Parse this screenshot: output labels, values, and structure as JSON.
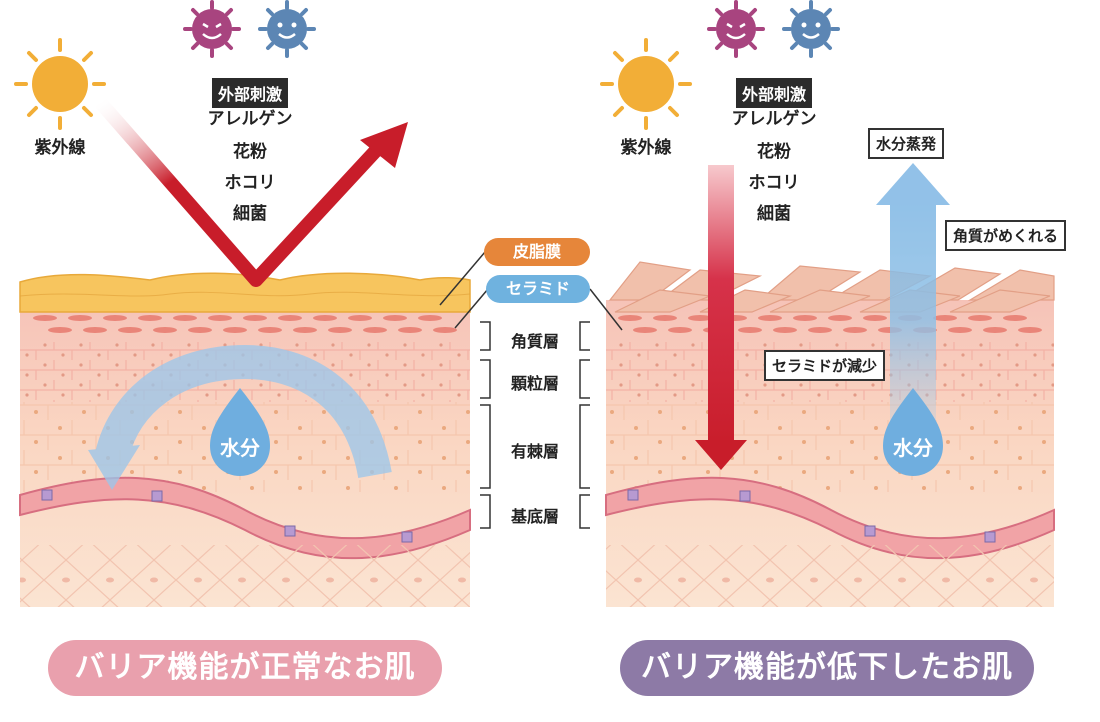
{
  "left": {
    "uv_label": "紫外線",
    "stimuli_tag": "外部刺激",
    "stimuli": [
      "アレルゲン",
      "花粉",
      "ホコリ",
      "細菌"
    ],
    "water_label": "水分",
    "title": "バリア機能が正常なお肌"
  },
  "right": {
    "uv_label": "紫外線",
    "stimuli_tag": "外部刺激",
    "stimuli": [
      "アレルゲン",
      "花粉",
      "ホコリ",
      "細菌"
    ],
    "evaporation_label": "水分蒸発",
    "peeling_label": "角質がめくれる",
    "ceramide_decrease_label": "セラミドが減少",
    "water_label": "水分",
    "title": "バリア機能が低下したお肌"
  },
  "legend": {
    "sebum": "皮脂膜",
    "ceramide": "セラミド",
    "layers": [
      "角質層",
      "顆粒層",
      "有棘層",
      "基底層"
    ]
  },
  "colors": {
    "sun": "#f2ae37",
    "virus_purple": "#a8447f",
    "virus_blue": "#5c86b4",
    "arrow_red": "#c81d2a",
    "sebum_pill": "#e6863a",
    "ceramide_pill": "#6fb2df",
    "banner_pink": "#e9a0ad",
    "banner_purple": "#8d7aa6"
  }
}
